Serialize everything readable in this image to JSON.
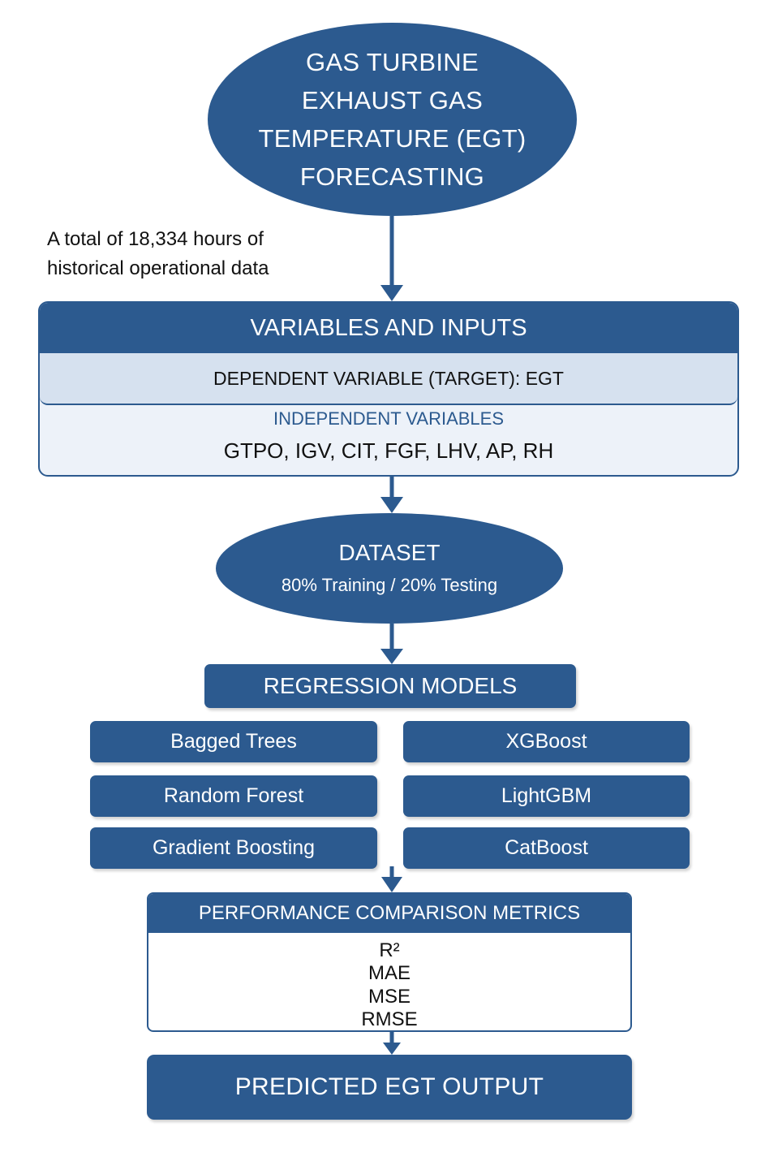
{
  "title_node": {
    "lines": [
      "GAS TURBINE",
      "EXHAUST GAS",
      "TEMPERATURE (EGT)",
      "FORECASTING"
    ]
  },
  "data_note": {
    "lines": [
      "A total of 18,334 hours of",
      "historical operational data"
    ]
  },
  "variables": {
    "header": "VARIABLES AND INPUTS",
    "dependent": "DEPENDENT VARIABLE (TARGET): EGT",
    "independent_title": "INDEPENDENT VARIABLES",
    "independent_list": "GTPO, IGV, CIT, FGF, LHV, AP, RH"
  },
  "dataset": {
    "title": "DATASET",
    "split": "80% Training / 20% Testing"
  },
  "regression": {
    "title": "REGRESSION MODELS",
    "models": [
      "Bagged Trees",
      "XGBoost",
      "Random Forest",
      "LightGBM",
      "Gradient Boosting",
      "CatBoost"
    ]
  },
  "metrics": {
    "header": "PERFORMANCE COMPARISON METRICS",
    "items": [
      "R²",
      "MAE",
      "MSE",
      "RMSE"
    ]
  },
  "output": {
    "title": "PREDICTED EGT OUTPUT"
  },
  "colors": {
    "primary": "#2c5a8f",
    "light_fill": "#edf2f9",
    "band_fill": "#d6e1ef"
  }
}
